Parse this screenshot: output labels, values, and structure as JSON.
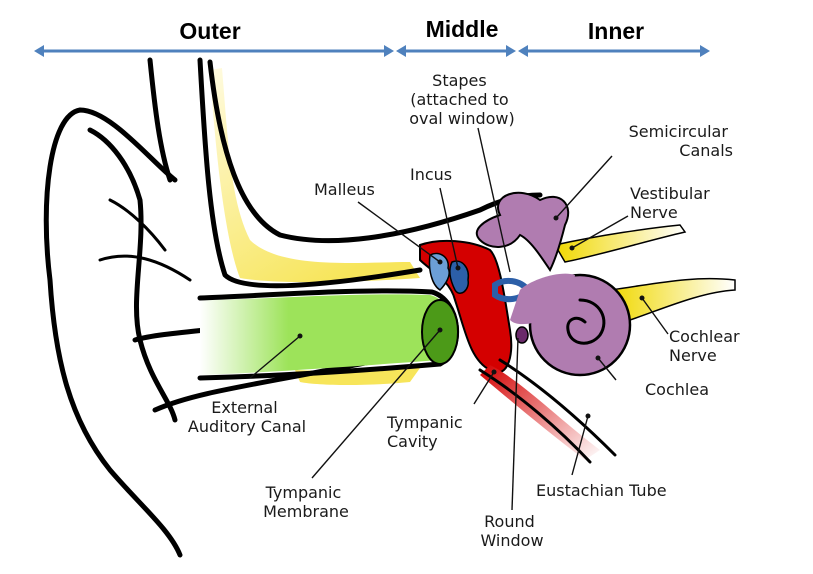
{
  "title": "Anatomy of the Human Ear",
  "regions": [
    {
      "label": "Outer"
    },
    {
      "label": "Middle"
    },
    {
      "label": "Inner"
    }
  ],
  "colors": {
    "region_arrow": "#4f81bd",
    "canal": "#9de35a",
    "tympanic_membrane": "#4c9a18",
    "bone_yellow": "#f7e55a",
    "tympanic_cavity": "#d40000",
    "malleus": "#6c9fd6",
    "incus_stapes": "#2c5fa8",
    "inner_ear": "#b07cb0",
    "nerve": "#f0d800",
    "eustachian": "#d84a4a"
  },
  "labels": {
    "stapes": [
      "Stapes",
      "(attached to",
      "oval window)"
    ],
    "semicircular": [
      "Semicircular",
      "Canals"
    ],
    "malleus": [
      "Malleus"
    ],
    "incus": [
      "Incus"
    ],
    "vestibular": [
      "Vestibular",
      "Nerve"
    ],
    "cochlear_nerve": [
      "Cochlear",
      "Nerve"
    ],
    "cochlea": [
      "Cochlea"
    ],
    "external_canal": [
      "External",
      "Auditory Canal"
    ],
    "tympanic_cavity": [
      "Tympanic",
      "Cavity"
    ],
    "tympanic_membrane": [
      "Tympanic",
      "Membrane"
    ],
    "eustachian": [
      "Eustachian Tube"
    ],
    "round_window": [
      "Round",
      "Window"
    ]
  }
}
